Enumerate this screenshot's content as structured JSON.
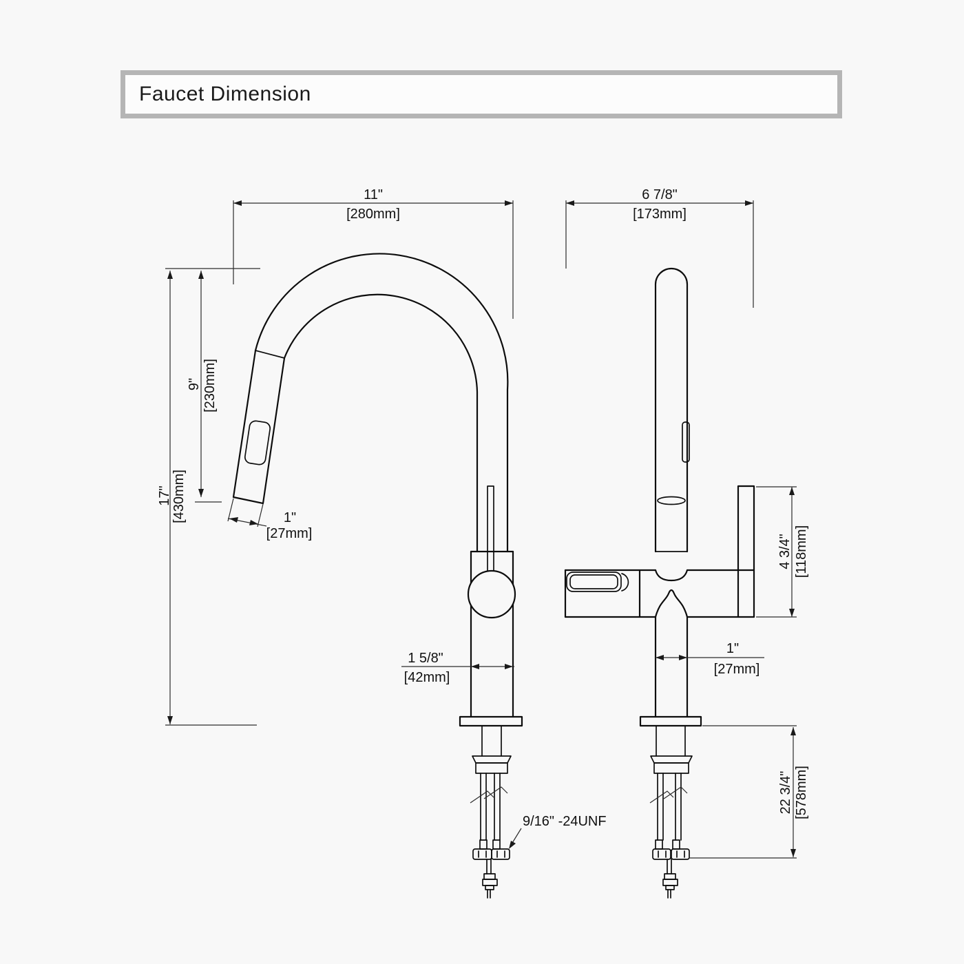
{
  "title": {
    "text": "Faucet Dimension"
  },
  "colors": {
    "background": "#f8f8f8",
    "line": "#0d0d0d",
    "dimension_line": "#2b2b2b",
    "title_border": "#b5b5b5"
  },
  "front_view": {
    "dim_width_in": "11\"",
    "dim_width_mm": "[280mm]",
    "dim_spout_height_in": "9\"",
    "dim_spout_height_mm": "[230mm]",
    "dim_total_height_in": "17\"",
    "dim_total_height_mm": "[430mm]",
    "dim_spray_tip_in": "1\"",
    "dim_spray_tip_mm": "[27mm]",
    "dim_body_in": "1 5/8\"",
    "dim_body_mm": "[42mm]",
    "thread_callout": "9/16\" -24UNF"
  },
  "side_view": {
    "dim_depth_in": "6 7/8\"",
    "dim_depth_mm": "[173mm]",
    "dim_handle_in": "4 3/4\"",
    "dim_handle_mm": "[118mm]",
    "dim_base_in": "1\"",
    "dim_base_mm": "[27mm]",
    "dim_hose_in": "22 3/4\"",
    "dim_hose_mm": "[578mm]"
  }
}
